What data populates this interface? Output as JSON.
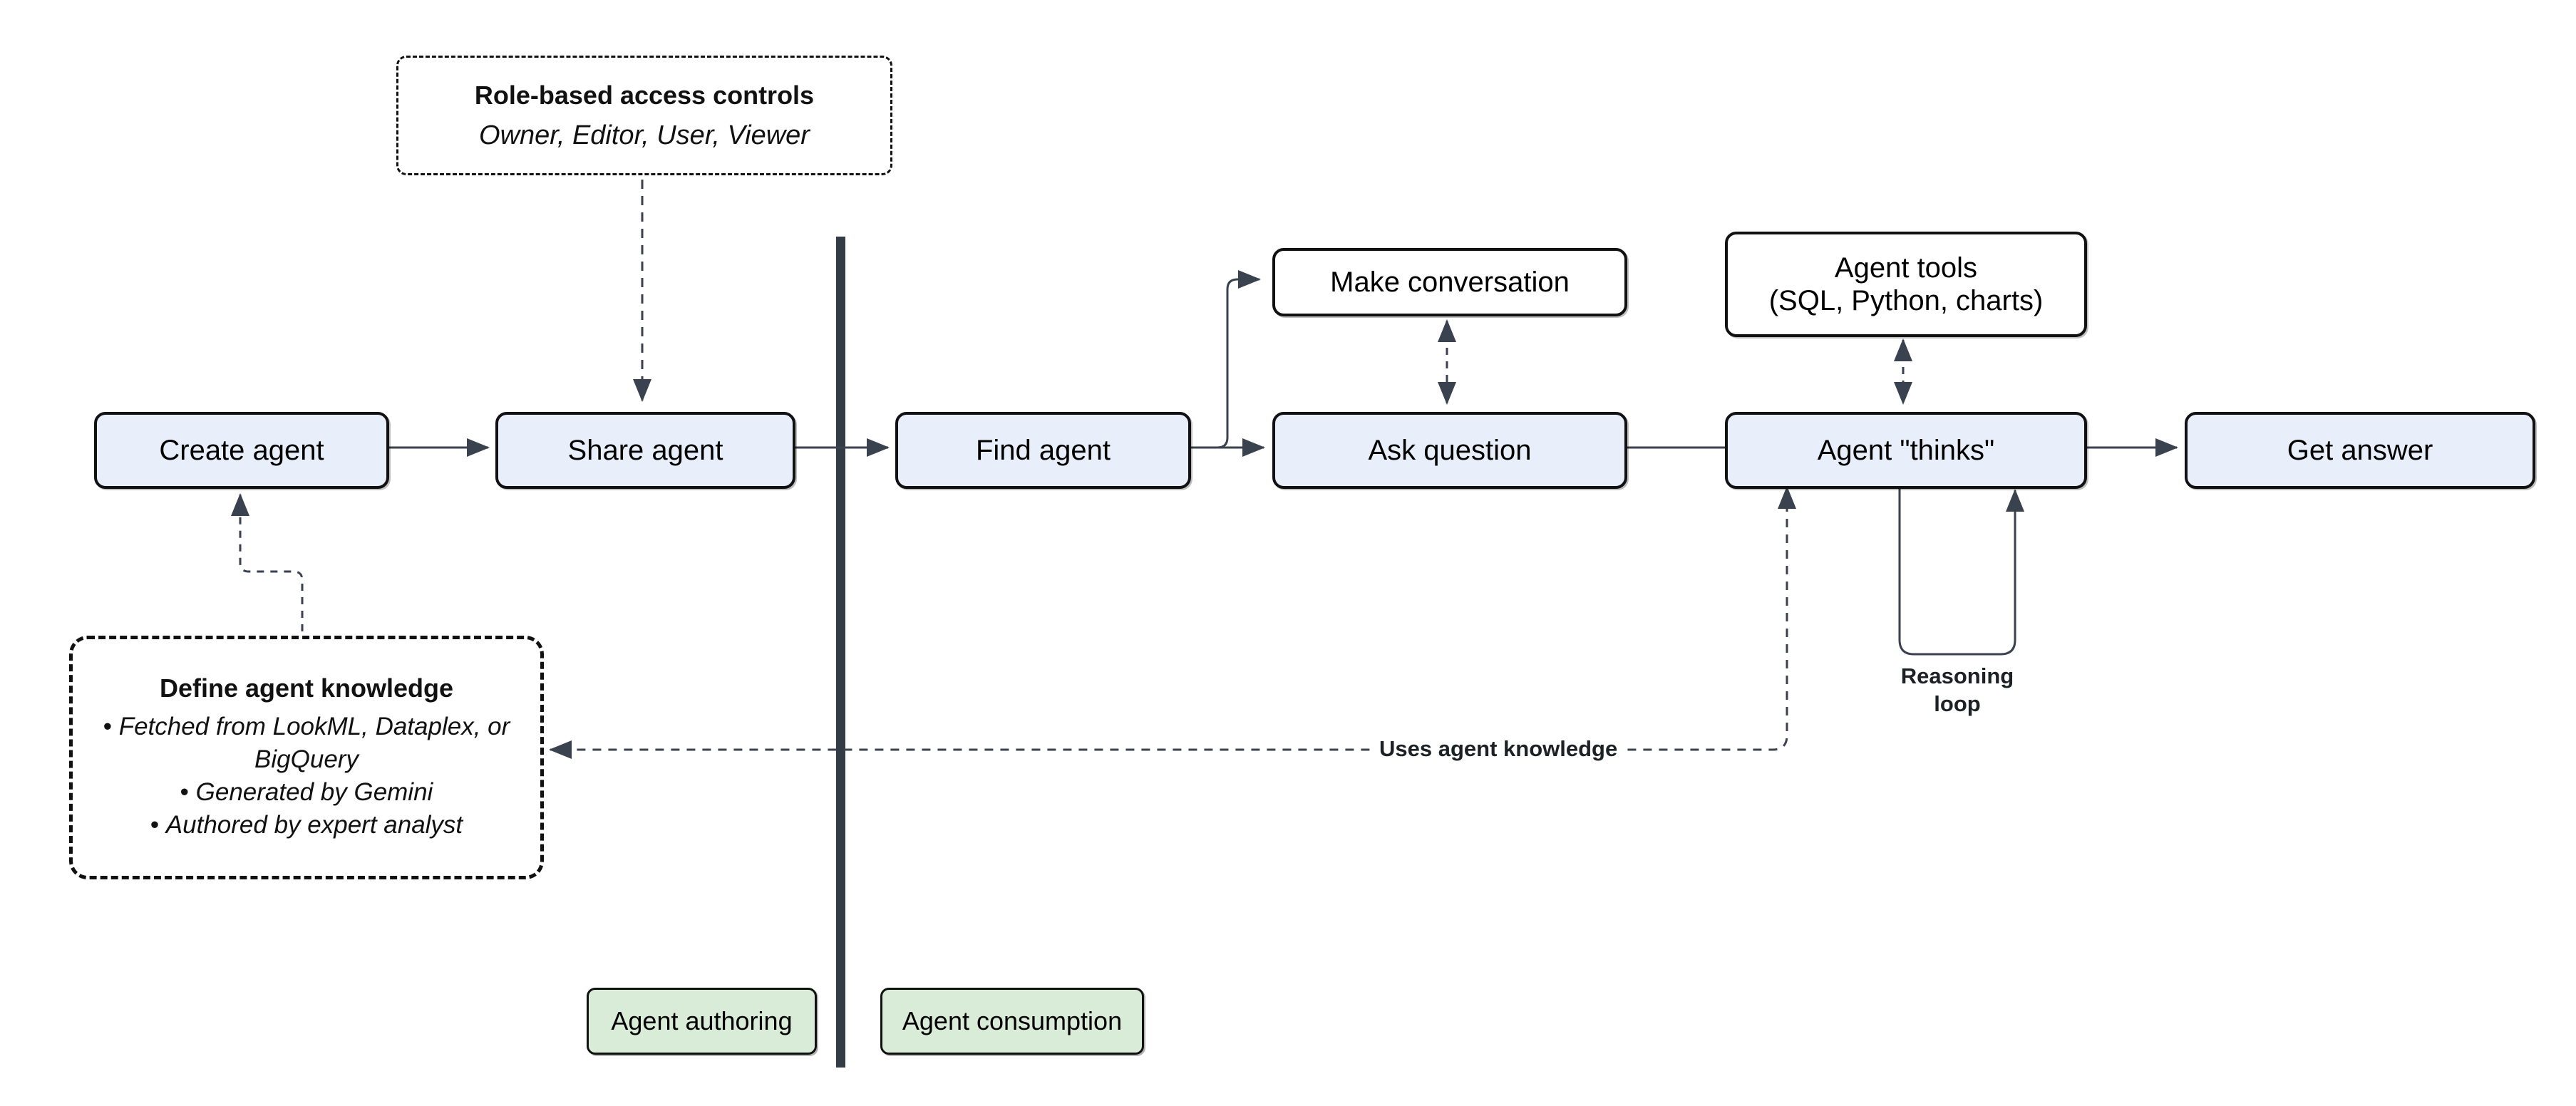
{
  "canvas": {
    "background": "#ffffff"
  },
  "nodes": {
    "create_agent": "Create agent",
    "share_agent": "Share agent",
    "find_agent": "Find agent",
    "ask_question": "Ask question",
    "make_conversation": "Make conversation",
    "agent_thinks": "Agent \"thinks\"",
    "get_answer": "Get answer",
    "agent_tools": {
      "line1": "Agent tools",
      "line2": "(SQL, Python, charts)"
    }
  },
  "callouts": {
    "role_access": {
      "title": "Role-based access controls",
      "roles": "Owner, Editor, User, Viewer"
    },
    "define_knowledge": {
      "title": "Define agent knowledge",
      "bullets": [
        "Fetched from LookML, Dataplex, or BigQuery",
        "Generated by Gemini",
        "Authored by expert analyst"
      ]
    }
  },
  "labels": {
    "reasoning_loop": "Reasoning loop",
    "uses_agent_knowledge": "Uses agent knowledge",
    "agent_authoring": "Agent authoring",
    "agent_consumption": "Agent consumption"
  },
  "colors": {
    "node_blue": "#e8effb",
    "node_green": "#d9ecd7",
    "node_white": "#ffffff",
    "border_black": "#111111",
    "connector_dark": "#39424e",
    "divider_dark": "#333c46"
  }
}
